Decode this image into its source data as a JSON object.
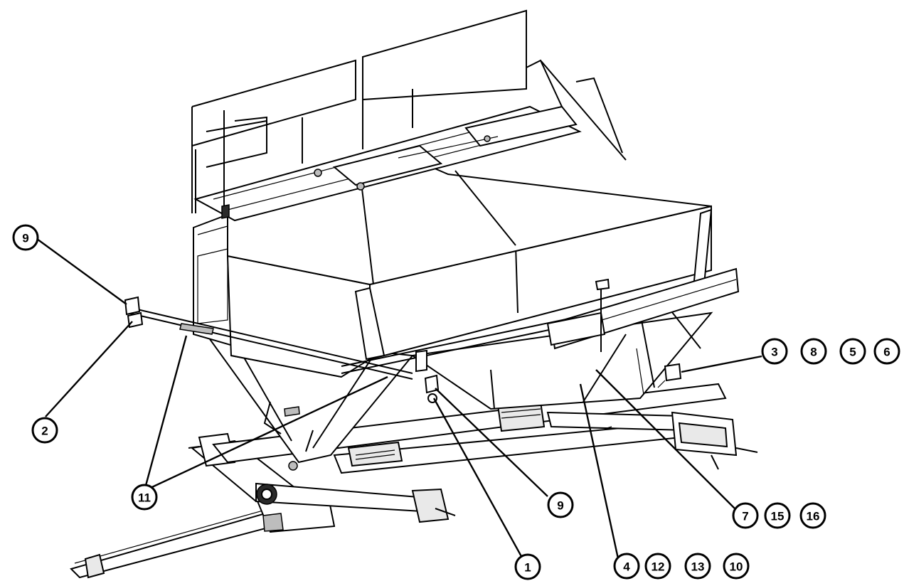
{
  "callouts": {
    "c9_left": "9",
    "c2": "2",
    "c11": "11",
    "c1": "1",
    "c9_center": "9",
    "c4": "4",
    "c12": "12",
    "c13": "13",
    "c10": "10",
    "c7": "7",
    "c15": "15",
    "c16": "16",
    "c3": "3",
    "c8": "8",
    "c5": "5",
    "c6": "6"
  }
}
